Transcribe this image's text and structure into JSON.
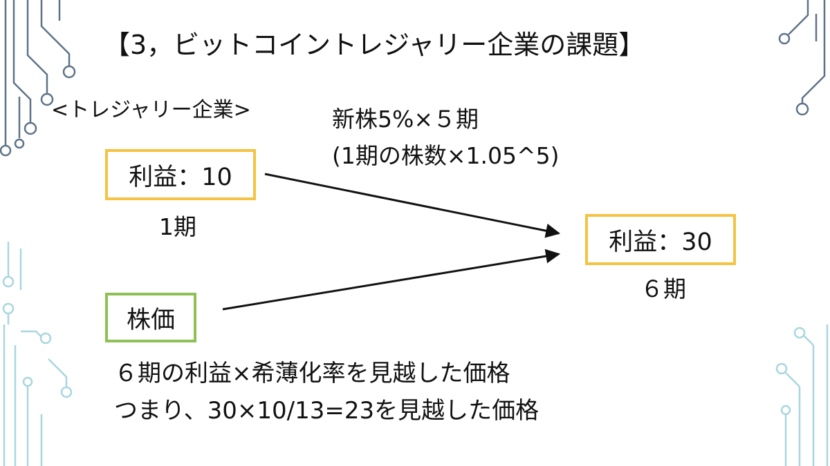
{
  "slide": {
    "title": "【3，ビットコイントレジャリー企業の課題】",
    "subtitle": "<トレジャリー企業>",
    "note_line1": "新株5%×５期",
    "note_line2": "(1期の株数×1.05^5)",
    "box_profit_period1": "利益：10",
    "label_period1": "1期",
    "box_profit_period6": "利益：30",
    "label_period6": "６期",
    "box_stock_price": "株価",
    "bottom_line1": "６期の利益×希薄化率を見越した価格",
    "bottom_line2": "つまり、30×10/13=23を見越した価格"
  },
  "colors": {
    "box_yellow": "#F5C242",
    "box_green": "#8DC055",
    "arrow": "#111111",
    "circuit_dark": "#5E7387",
    "circuit_light": "#A9D6DE"
  },
  "diagram": {
    "arrows": [
      {
        "from": "box_profit_period1",
        "to": "box_profit_period6"
      },
      {
        "from": "box_stock_price",
        "to": "box_profit_period6"
      }
    ]
  }
}
